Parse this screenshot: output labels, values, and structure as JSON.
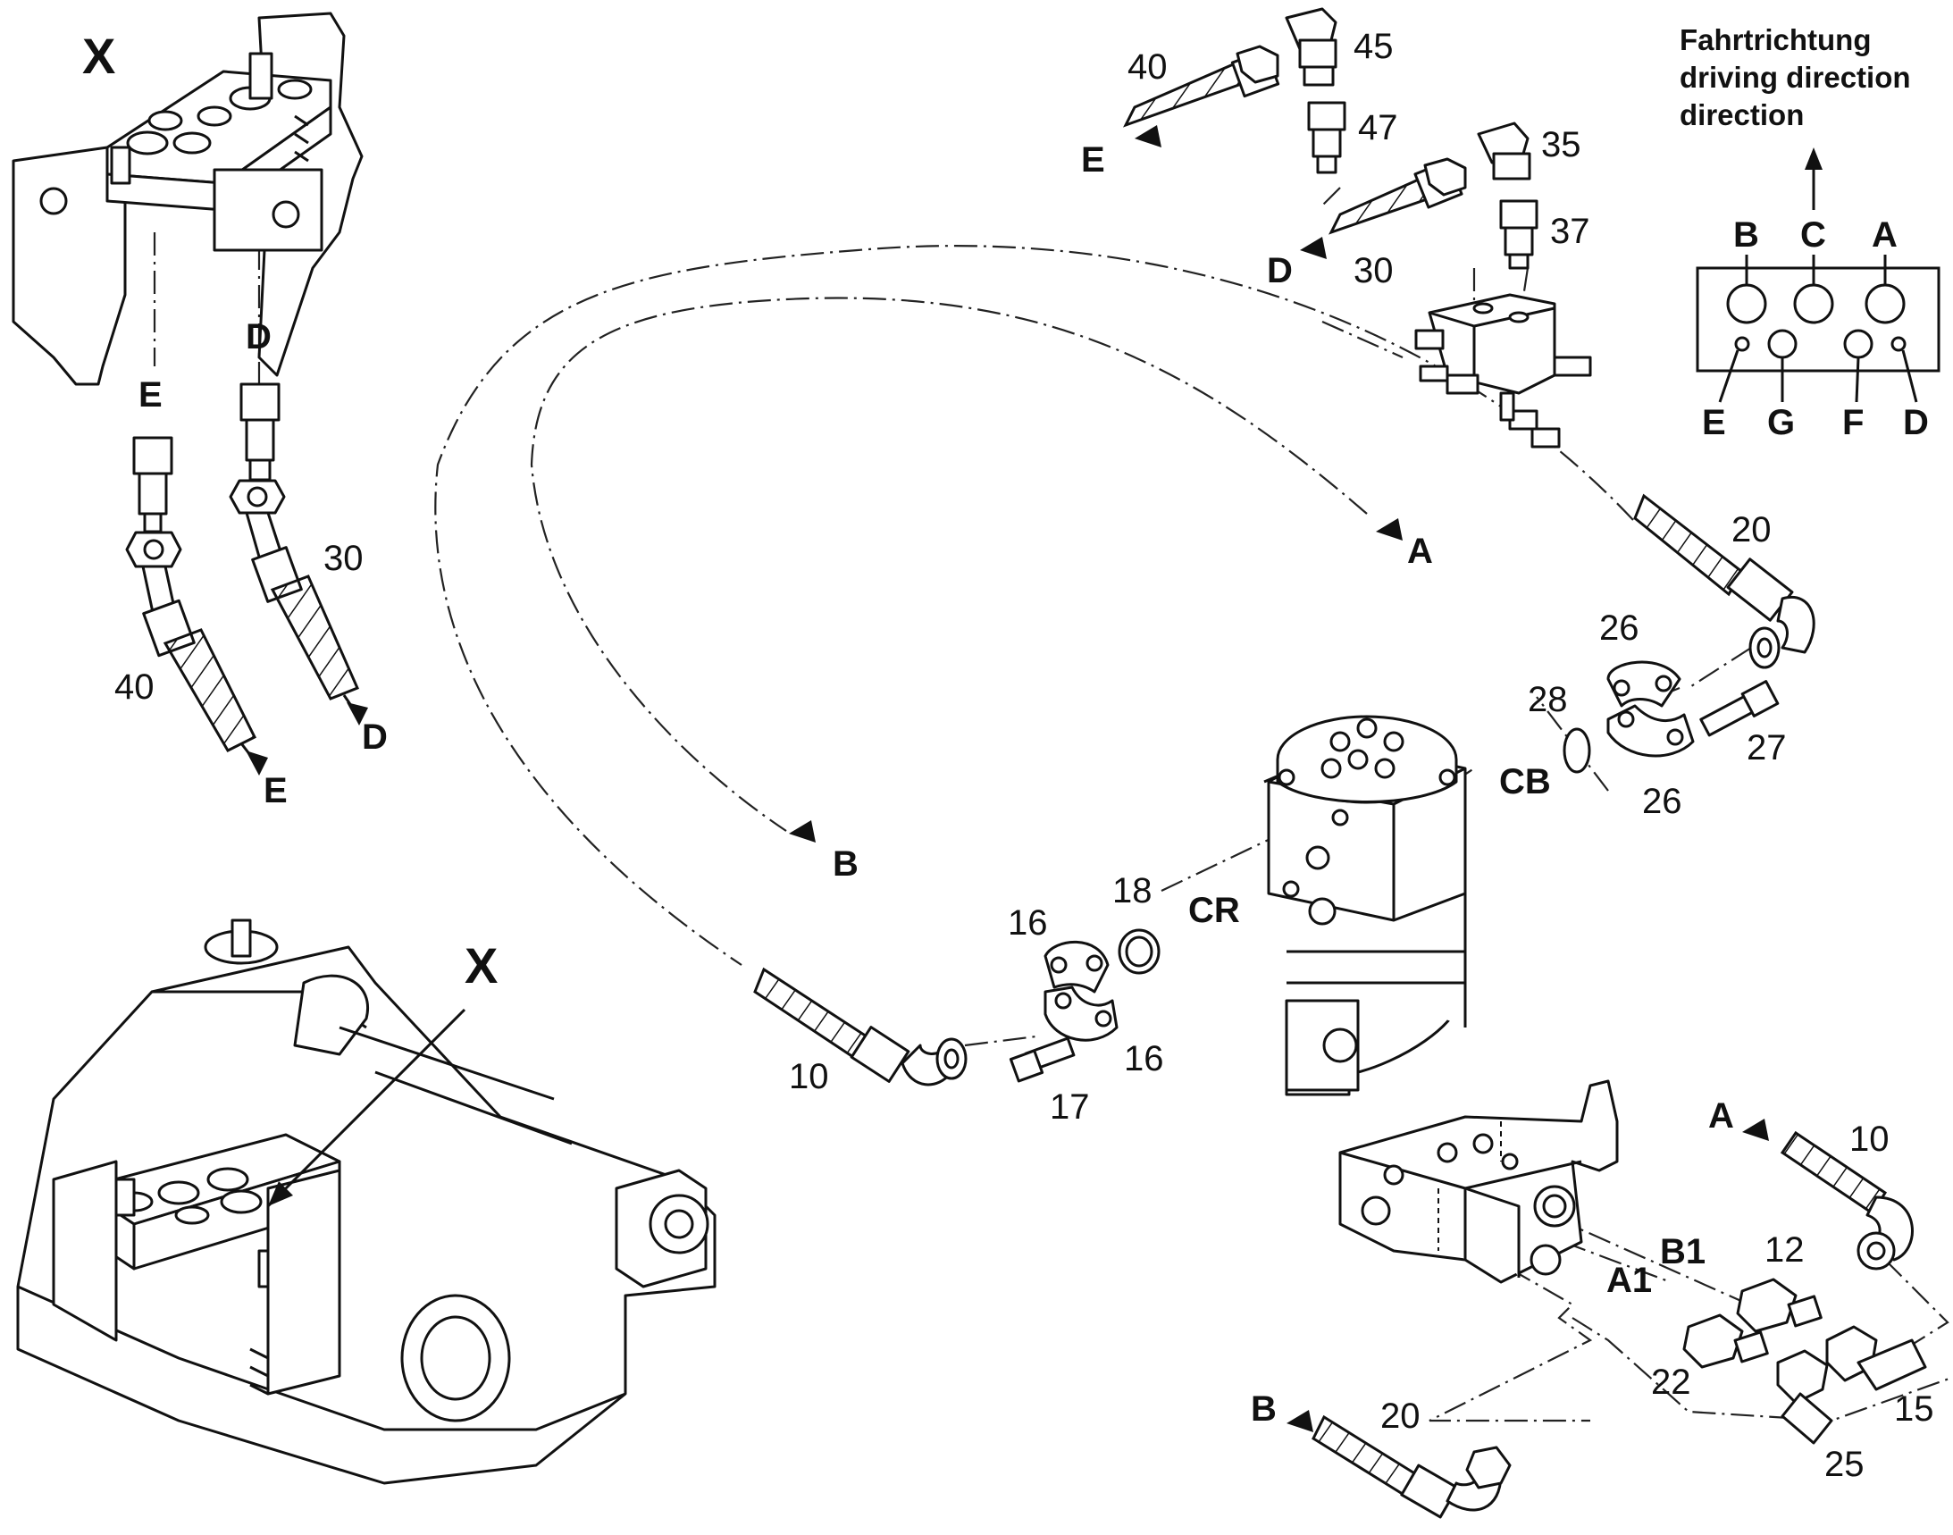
{
  "figure": {
    "detail_mark": "X",
    "detail_pointer_label": "X"
  },
  "legend": {
    "title_lines": [
      "Fahrtrichtung",
      "driving direction",
      "direction"
    ],
    "ports_top": [
      "B",
      "C",
      "A"
    ],
    "ports_bottom": [
      "E",
      "G",
      "F",
      "D"
    ]
  },
  "connections": {
    "A": "A",
    "B": "B",
    "D": "D",
    "E": "E",
    "CB": "CB",
    "CR": "CR",
    "A1": "A1",
    "B1": "B1"
  },
  "parts": {
    "p10": "10",
    "p12": "12",
    "p15": "15",
    "p16": "16",
    "p17": "17",
    "p18": "18",
    "p20": "20",
    "p22": "22",
    "p25": "25",
    "p26": "26",
    "p27": "27",
    "p28": "28",
    "p30": "30",
    "p35": "35",
    "p37": "37",
    "p40": "40",
    "p45": "45",
    "p47": "47"
  }
}
